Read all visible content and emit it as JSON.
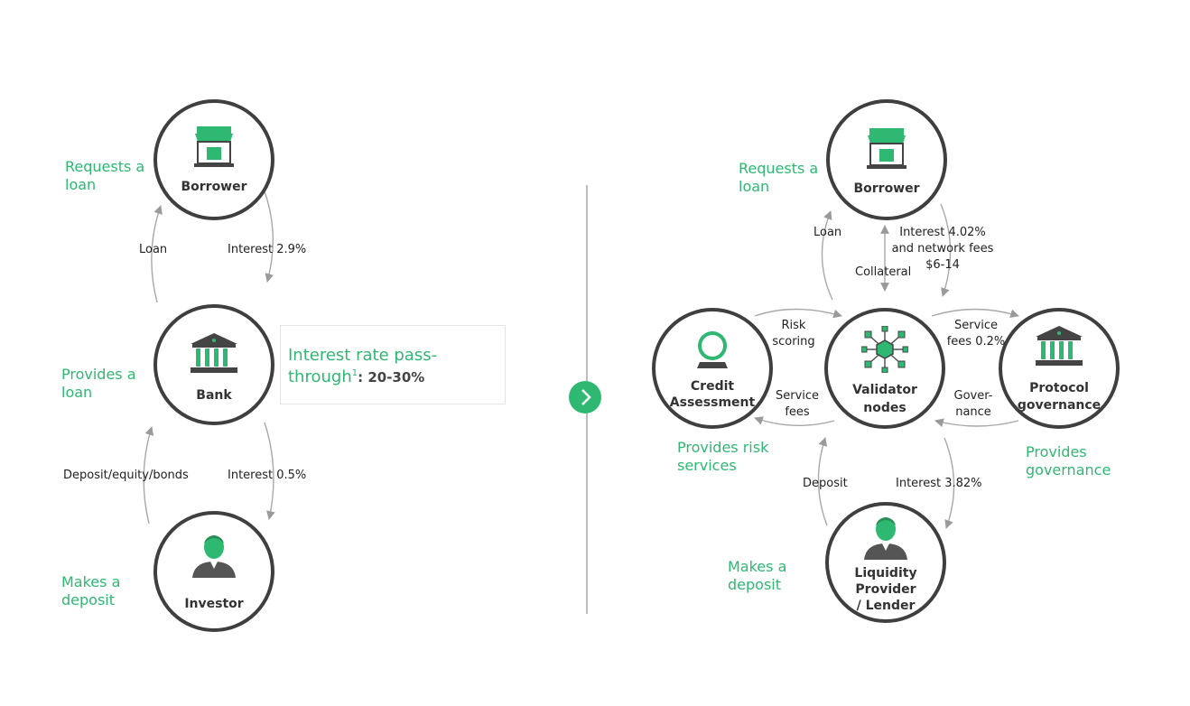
{
  "colors": {
    "accent": "#2eb872",
    "ring": "#3f3f3f",
    "arrow": "#9a9a9a",
    "divider": "#bdbdbd"
  },
  "left": {
    "nodes": {
      "borrower": {
        "label": "Borrower",
        "icon": "storefront-icon"
      },
      "bank": {
        "label": "Bank",
        "icon": "bank-icon"
      },
      "investor": {
        "label": "Investor",
        "icon": "person-icon"
      }
    },
    "roles": {
      "requests_loan": "Requests a loan",
      "provides_loan": "Provides a loan",
      "makes_deposit": "Makes a deposit"
    },
    "flows": {
      "loan": "Loan",
      "interest_borrower": "Interest 2.9%",
      "deposit": "Deposit/equity/bonds",
      "interest_investor": "Interest 0.5%"
    },
    "callout": {
      "line1": "Interest rate pass-",
      "line2": "through",
      "footnote": "1",
      "value": ": 20-30%"
    }
  },
  "next_button": {
    "icon": "chevron-right-icon"
  },
  "right": {
    "nodes": {
      "borrower": {
        "label": "Borrower",
        "icon": "storefront-icon"
      },
      "credit": {
        "label1": "Credit",
        "label2": "Assessment",
        "icon": "crystal-ball-icon"
      },
      "validator": {
        "label1": "Validator",
        "label2": "nodes",
        "icon": "network-nodes-icon"
      },
      "protocol": {
        "label1": "Protocol",
        "label2": "governance",
        "icon": "bank-icon"
      },
      "lender": {
        "label1": "Liquidity",
        "label2": "Provider",
        "label3": "/ Lender",
        "icon": "person-icon"
      }
    },
    "roles": {
      "requests_loan": "Requests a loan",
      "provides_risk": "Provides risk services",
      "provides_gov": "Provides governance",
      "makes_deposit": "Makes a deposit"
    },
    "flows": {
      "loan": "Loan",
      "collateral": "Collateral",
      "interest_fees_1": "Interest 4.02%",
      "interest_fees_2": "and network fees",
      "interest_fees_3": "$6-14",
      "risk_1": "Risk",
      "risk_2": "scoring",
      "service_fees_1": "Service",
      "service_fees_2": "fees",
      "service_fees_pct_1": "Service",
      "service_fees_pct_2": "fees 0.2%",
      "governance_1": "Gover-",
      "governance_2": "nance",
      "deposit": "Deposit",
      "interest_lender": "Interest 3.82%"
    }
  }
}
